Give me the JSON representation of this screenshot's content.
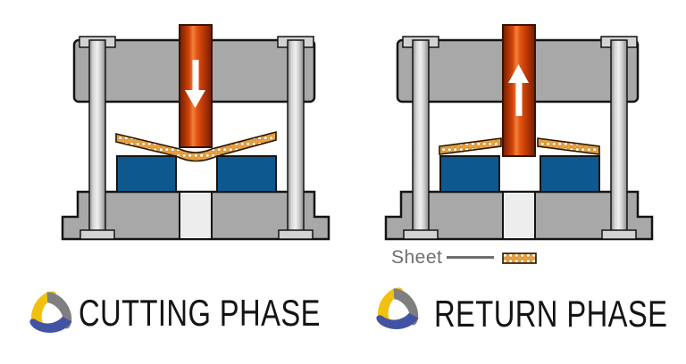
{
  "diagrams": {
    "cutting": {
      "caption": "CUTTING PHASE",
      "punch_motion": "down",
      "arrow_icon": "down-arrow-icon"
    },
    "return": {
      "caption": "RETURN PHASE",
      "punch_motion": "up",
      "arrow_icon": "up-arrow-icon",
      "legend": {
        "label": "Sheet"
      }
    }
  },
  "icons": {
    "down_arrow": "↓",
    "up_arrow": "↑",
    "logo": "triangle-triskelion-logo"
  },
  "colors": {
    "frame": "#A8A8A8",
    "pillar_flange": "#D2D2D2",
    "die": "#0E5890",
    "channel": "#EDEDED",
    "sheet": "#E8A13C",
    "punch": "#DD4A0A",
    "outline": "#141414",
    "label_gray": "#6E6E6E",
    "logo_yellow": "#F2C110",
    "logo_gray": "#7F7F7F",
    "logo_blue": "#4353A4"
  }
}
